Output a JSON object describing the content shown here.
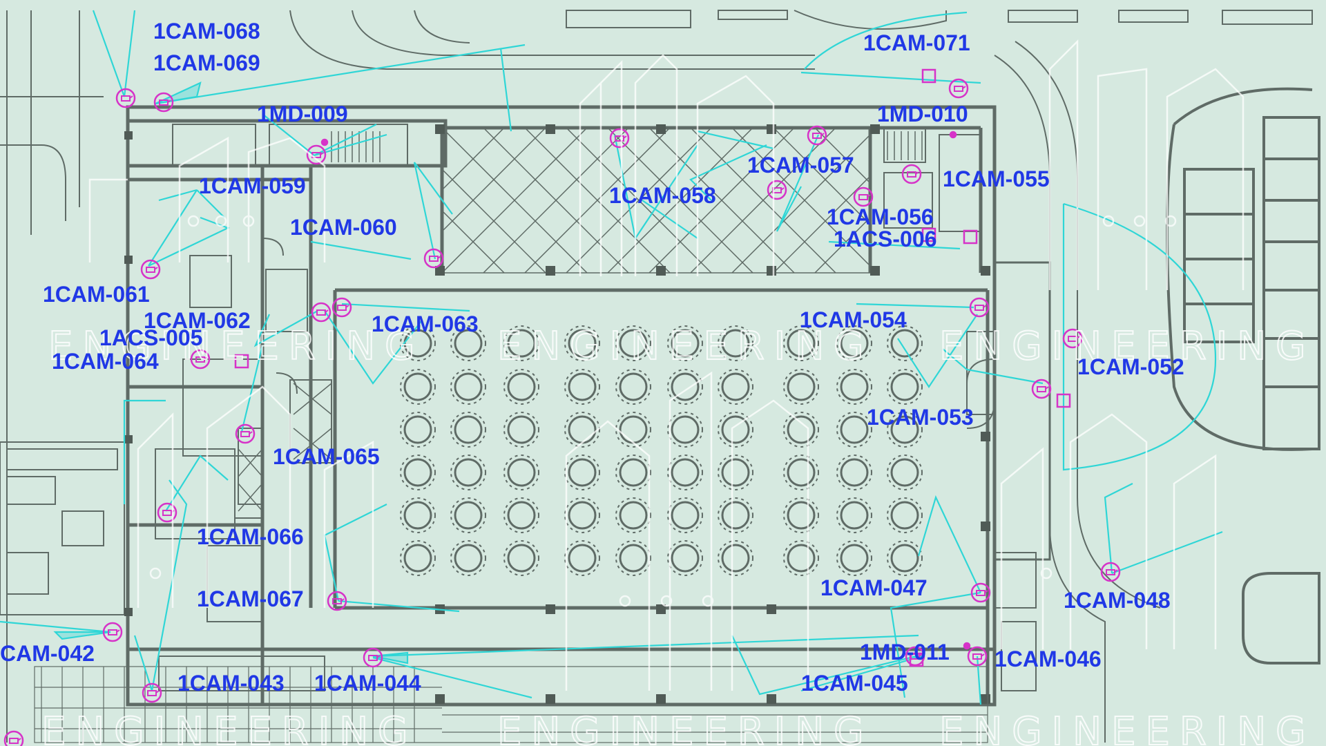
{
  "drawing": {
    "labels": {
      "cam068": "1CAM-068",
      "cam069": "1CAM-069",
      "md009": "1MD-009",
      "cam059": "1CAM-059",
      "cam060": "1CAM-060",
      "cam061": "1CAM-061",
      "cam062": "1CAM-062",
      "acs005": "1ACS-005",
      "cam064": "1CAM-064",
      "cam063": "1CAM-063",
      "cam065": "1CAM-065",
      "cam066": "1CAM-066",
      "cam067": "1CAM-067",
      "cam042": "CAM-042",
      "cam043": "1CAM-043",
      "cam044": "1CAM-044",
      "cam071": "1CAM-071",
      "md010": "1MD-010",
      "cam057": "1CAM-057",
      "cam055": "1CAM-055",
      "cam058": "1CAM-058",
      "cam056": "1CAM-056",
      "acs006": "1ACS-006",
      "cam054": "1CAM-054",
      "cam052": "1CAM-052",
      "cam053": "1CAM-053",
      "cam047": "1CAM-047",
      "cam048": "1CAM-048",
      "md011": "1MD-011",
      "cam046": "1CAM-046",
      "cam045": "1CAM-045"
    },
    "watermark": "ENGINEERING",
    "colors": {
      "background": "#d6e9e0",
      "walls": "#5f6b66",
      "coverage": "#2fd6d6",
      "device": "#d633c8",
      "label": "#2038e6",
      "watermark": "#ffffff"
    }
  }
}
